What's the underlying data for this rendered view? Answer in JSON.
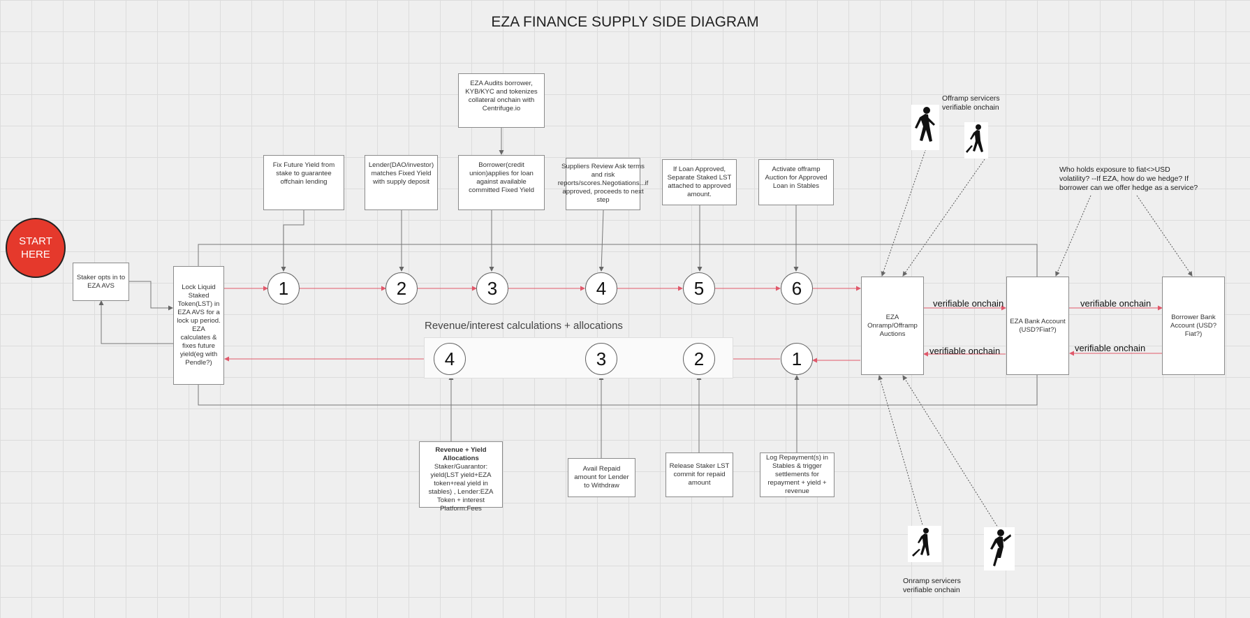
{
  "title": "EZA FINANCE SUPPLY SIDE DIAGRAM",
  "start": {
    "line1": "START",
    "line2": "HERE"
  },
  "boxes": {
    "staker_opts": "Staker opts in to EZA AVS",
    "lock_lst": "Lock Liquid Staked Token(LST) in EZA AVS for a lock up period. EZA calculates & fixes future yield(eg with Pendle?)",
    "fix_yield": "Fix Future Yield from stake to guarantee offchain lending",
    "lender_matches": "Lender(DAO/investor) matches Fixed Yield with supply deposit",
    "eza_audits": "EZA Audits borrower, KYB/KYC and tokenizes collateral onchain with Centrifuge.io",
    "borrower_applies": "Borrower(credit union)applies for loan against available committed Fixed Yield",
    "suppliers_review": "Suppliers Review Ask terms and risk reports/scores.Negotiations...if approved, proceeds to next step",
    "loan_approved": "If Loan Approved, Separate Staked LST attached to approved amount.",
    "activate_offramp": "Activate offramp Auction for Approved Loan in Stables",
    "eza_auctions": "EZA Onramp/Offramp Auctions",
    "eza_bank": "EZA Bank Account (USD?Fiat?)",
    "borrower_bank": "Borrower Bank Account (USD?Fiat?)",
    "revenue_head": "Revenue + Yield Allocations",
    "revenue_body": "Staker/Guarantor: yield(LST yield+EZA token+real yield in stables) , Lender:EZA Token + interest Platform:Fees",
    "avail_repaid": "Avail Repaid amount for Lender to Withdraw",
    "release_staker": "Release Staker LST commit for repaid amount",
    "log_repayments": "Log Repayment(s) in Stables & trigger settlements for repayment + yield + revenue"
  },
  "circles": {
    "top": [
      "1",
      "2",
      "3",
      "4",
      "5",
      "6"
    ],
    "bottom": [
      "4",
      "3",
      "2",
      "1"
    ]
  },
  "revenue_title": "Revenue/interest calculations + allocations",
  "labels": {
    "verifiable": "verifiable onchain",
    "offramp_servicers": "Offramp servicers verifiable onchain",
    "onramp_servicers": "Onramp servicers verifiable onchain",
    "fiat_question": "Who holds exposure to fiat<>USD volatility? --If EZA, how do we hedge? If borrower can we offer hedge as a service?"
  },
  "icons": [
    "person-icon",
    "arrow-icon"
  ],
  "colors": {
    "start": "#e5392c",
    "flow_arrow": "#e0586a",
    "connector": "#777777"
  }
}
